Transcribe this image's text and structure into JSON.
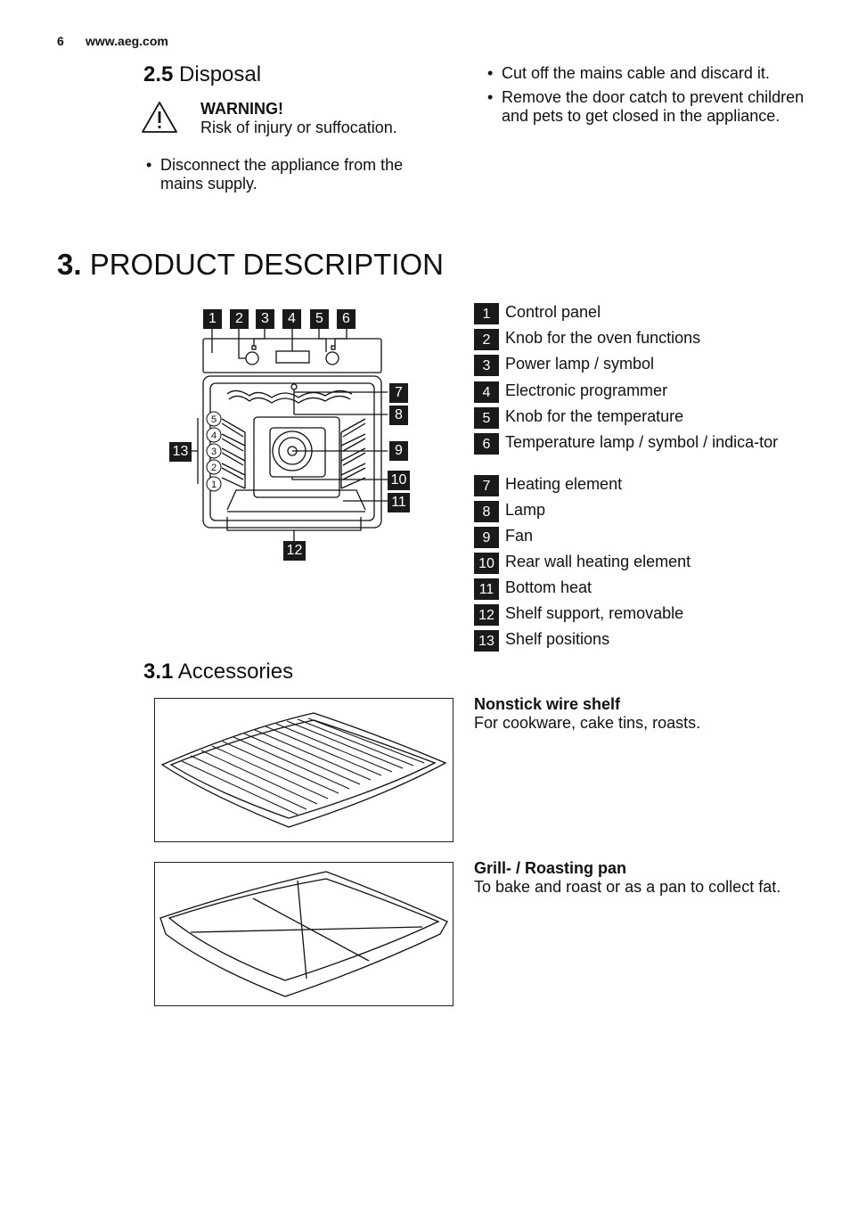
{
  "header": {
    "page_number": "6",
    "url": "www.aeg.com"
  },
  "disposal": {
    "num": "2.5",
    "title": "Disposal",
    "warning_label": "WARNING!",
    "warning_text": "Risk of injury or suffocation.",
    "bullets": [
      "Disconnect the appliance from the mains supply.",
      "Cut off the mains cable and discard it.",
      "Remove the door catch to prevent children and pets to get closed in the appliance."
    ]
  },
  "product": {
    "num": "3.",
    "title": "PRODUCT DESCRIPTION",
    "diagram_callouts": [
      "1",
      "2",
      "3",
      "4",
      "5",
      "6",
      "7",
      "8",
      "9",
      "10",
      "11",
      "12",
      "13"
    ],
    "shelf_position_labels": [
      "5",
      "4",
      "3",
      "2",
      "1"
    ],
    "legend": [
      {
        "num": "1",
        "text": "Control panel"
      },
      {
        "num": "2",
        "text": "Knob for the oven functions"
      },
      {
        "num": "3",
        "text": "Power lamp / symbol"
      },
      {
        "num": "4",
        "text": "Electronic programmer"
      },
      {
        "num": "5",
        "text": "Knob for the temperature"
      },
      {
        "num": "6",
        "text": "Temperature lamp / symbol / indica-tor"
      },
      {
        "num": "7",
        "text": "Heating element"
      },
      {
        "num": "8",
        "text": "Lamp"
      },
      {
        "num": "9",
        "text": "Fan"
      },
      {
        "num": "10",
        "text": "Rear wall heating element"
      },
      {
        "num": "11",
        "text": "Bottom heat"
      },
      {
        "num": "12",
        "text": "Shelf support, removable"
      },
      {
        "num": "13",
        "text": "Shelf positions"
      }
    ]
  },
  "accessories": {
    "num": "3.1",
    "title": "Accessories",
    "items": [
      {
        "title": "Nonstick wire shelf",
        "text": "For cookware, cake tins, roasts."
      },
      {
        "title": "Grill- / Roasting pan",
        "text": "To bake and roast or as a pan to collect fat."
      }
    ]
  }
}
